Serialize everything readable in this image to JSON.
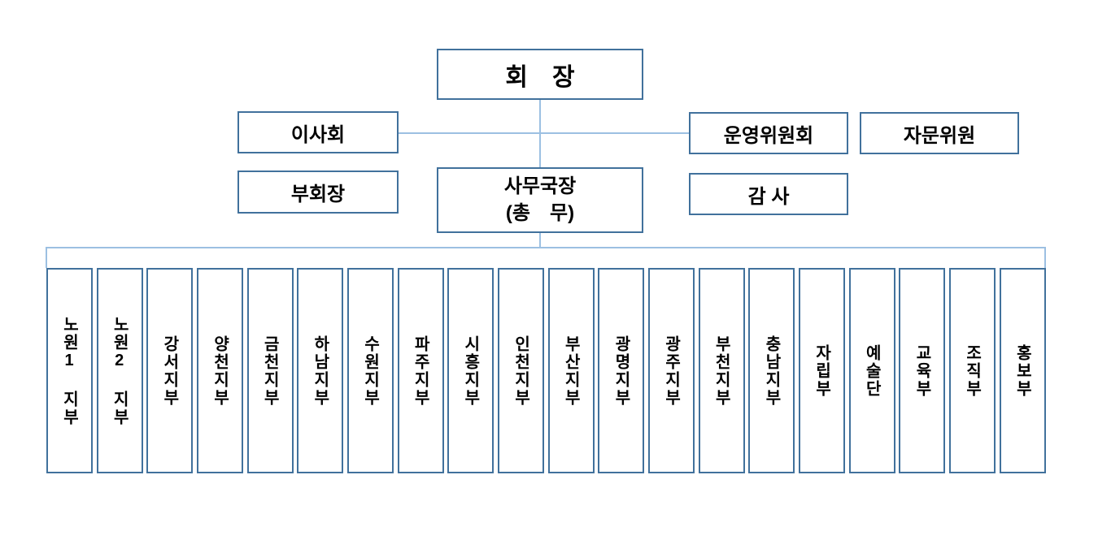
{
  "org": {
    "chairman": "회　장",
    "board": "이사회",
    "steering_committee": "운영위원회",
    "advisory_committee": "자문위원",
    "vice_chairman": "부회장",
    "secretary_general_line1": "사무국장",
    "secretary_general_line2": "(총　무)",
    "auditor": "감 사",
    "branches": [
      "노원1 지부",
      "노원2 지부",
      "강서지부",
      "양천지부",
      "금천지부",
      "하남지부",
      "수원지부",
      "파주지부",
      "시흥지부",
      "인천지부",
      "부산지부",
      "광명지부",
      "광주지부",
      "부천지부",
      "충남지부",
      "자립부",
      "예술단",
      "교육부",
      "조직부",
      "홍보부"
    ]
  },
  "colors": {
    "box_border": "#41719C",
    "connector": "#9CC0E2",
    "text": "#000000",
    "background": "#FFFFFF"
  }
}
